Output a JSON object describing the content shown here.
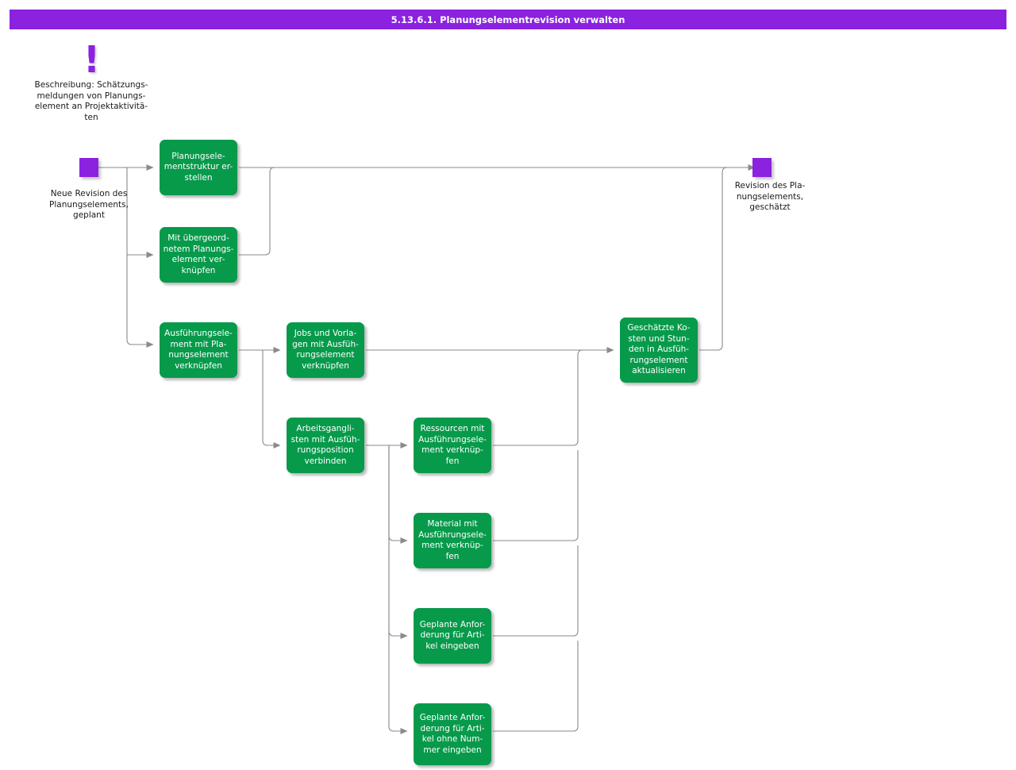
{
  "window": {
    "title": "5.13.6.1. Planungselementrevision verwalten",
    "title_bg": "#8A22E0",
    "title_fg": "#FFFFFF"
  },
  "colors": {
    "event": "#8A22E0",
    "function": "#079A4B",
    "edge": "#808080",
    "text": "#1A1A1A",
    "function_text": "#FFFFFF",
    "background": "#FFFFFF"
  },
  "note": {
    "icon": "exclamation-icon",
    "icon_glyph": "!",
    "text": "Beschreibung: Schätzungs-\nmeldungen von Planungs-\nelement an Projektaktivitä-\nten"
  },
  "events": [
    {
      "id": "start",
      "name": "start-event",
      "label": "Neue Revision des\nPlanungselements,\ngeplant"
    },
    {
      "id": "end",
      "name": "end-event",
      "label": "Revision des Pla-\nnungselements,\ngeschätzt"
    }
  ],
  "functions": [
    {
      "id": "f1",
      "name": "function-planungselementstruktur-erstellen",
      "label": "Planungsele-\nmentstruktur er-\nstellen"
    },
    {
      "id": "f2",
      "name": "function-mit-uebergeordnetem-planungselement-verknuepfen",
      "label": "Mit übergeord-\nnetem Planungs-\nelement ver-\nknüpfen"
    },
    {
      "id": "f3",
      "name": "function-ausfuehrungselement-mit-planungselement-verknuepfen",
      "label": "Ausführungsele-\nment mit Pla-\nnungselement\nverknüpfen"
    },
    {
      "id": "f4",
      "name": "function-jobs-und-vorlagen-mit-ausfuehrungselement-verknuepfen",
      "label": "Jobs und Vorla-\ngen mit Ausfüh-\nrungselement\nverknüpfen"
    },
    {
      "id": "f5",
      "name": "function-arbeitsganglisten-mit-ausfuehrungsposition-verbinden",
      "label": "Arbeitsgangli-\nsten mit Ausfüh-\nrungsposition\nverbinden"
    },
    {
      "id": "f6",
      "name": "function-ressourcen-mit-ausfuehrungselement-verknuepfen",
      "label": "Ressourcen mit\nAusführungsele-\nment verknüp-\nfen"
    },
    {
      "id": "f7",
      "name": "function-material-mit-ausfuehrungselement-verknuepfen",
      "label": "Material mit\nAusführungsele-\nment verknüp-\nfen"
    },
    {
      "id": "f8",
      "name": "function-geplante-anforderung-fuer-artikel-eingeben",
      "label": "Geplante Anfor-\nderung für Arti-\nkel eingeben"
    },
    {
      "id": "f9",
      "name": "function-geplante-anforderung-fuer-artikel-ohne-nummer-eingeben",
      "label": "Geplante Anfor-\nderung für Arti-\nkel ohne Num-\nmer eingeben"
    },
    {
      "id": "f10",
      "name": "function-geschaetzte-kosten-und-stunden-in-ausfuehrungselement-aktualisieren",
      "label": "Geschätzte Ko-\nsten und Stun-\nden in Ausfüh-\nrungselement\naktualisieren"
    }
  ]
}
